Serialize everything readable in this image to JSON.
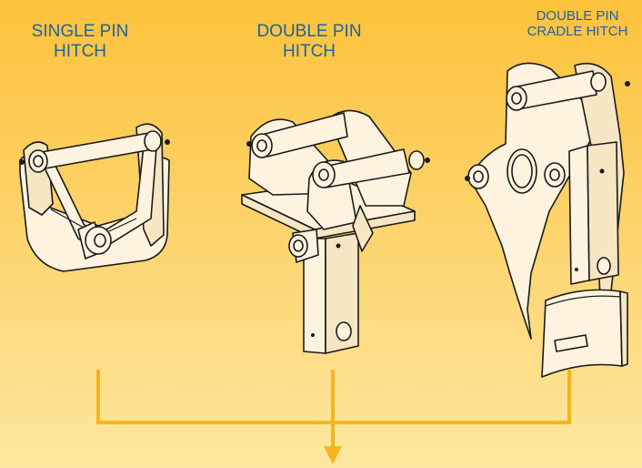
{
  "labels": {
    "single": [
      "SINGLE PIN",
      "HITCH"
    ],
    "double": [
      "DOUBLE PIN",
      "HITCH"
    ],
    "cradle": [
      "DOUBLE PIN",
      "CRADLE HITCH"
    ]
  },
  "colors": {
    "label_text": "#1f63a3",
    "connector": "#f4b61c",
    "background_top": "#fcc23a",
    "background_bottom": "#fee79f"
  }
}
